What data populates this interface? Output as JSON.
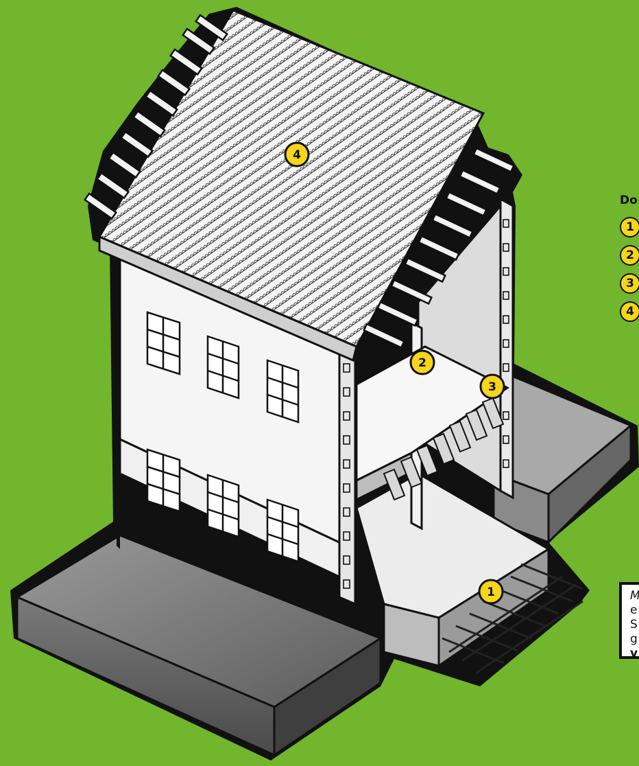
{
  "legend": {
    "title": "Do",
    "items": [
      {
        "number": "1"
      },
      {
        "number": "2"
      },
      {
        "number": "3"
      },
      {
        "number": "4"
      }
    ]
  },
  "callouts": [
    {
      "number": "4"
    },
    {
      "number": "2"
    },
    {
      "number": "3"
    },
    {
      "number": "1"
    }
  ],
  "note": {
    "lines": [
      "M",
      "e",
      "S",
      "g",
      "v"
    ]
  },
  "colors": {
    "background": "#71b62c",
    "badge": "#f6d51a",
    "outline": "#111111"
  }
}
